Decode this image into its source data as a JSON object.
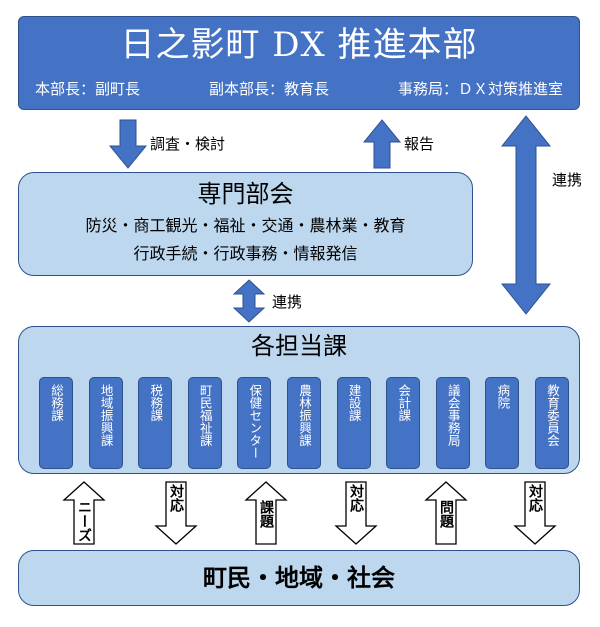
{
  "hq": {
    "title": "日之影町 DX 推進本部",
    "chief": "本部長：副町長",
    "vice_chief": "副本部長：教育長",
    "secretariat": "事務局：ＤＸ対策推進室"
  },
  "arrows": {
    "survey": "調査・検討",
    "report": "報告",
    "coop_right": "連携",
    "coop_mid": "連携"
  },
  "senmon": {
    "title": "専門部会",
    "line1": "防災・商工観光・福祉・交通・農林業・教育",
    "line2": "行政手続・行政事務・情報発信"
  },
  "kaku": {
    "title": "各担当課",
    "depts": [
      "総務課",
      "地域振興課",
      "税務課",
      "町民福祉課",
      "保健センター",
      "農林振興課",
      "建設課",
      "会計課",
      "議会事務局",
      "病院",
      "教育委員会"
    ]
  },
  "flows": [
    {
      "dir": "up",
      "text": "ニーズ"
    },
    {
      "dir": "down",
      "text": "対応"
    },
    {
      "dir": "up",
      "text": "課題"
    },
    {
      "dir": "down",
      "text": "対応"
    },
    {
      "dir": "up",
      "text": "問題"
    },
    {
      "dir": "down",
      "text": "対応"
    }
  ],
  "bottom": {
    "title": "町民・地域・社会"
  },
  "colors": {
    "dark_blue": "#4472c4",
    "light_blue": "#bdd7ee",
    "border": "#2f528f"
  }
}
